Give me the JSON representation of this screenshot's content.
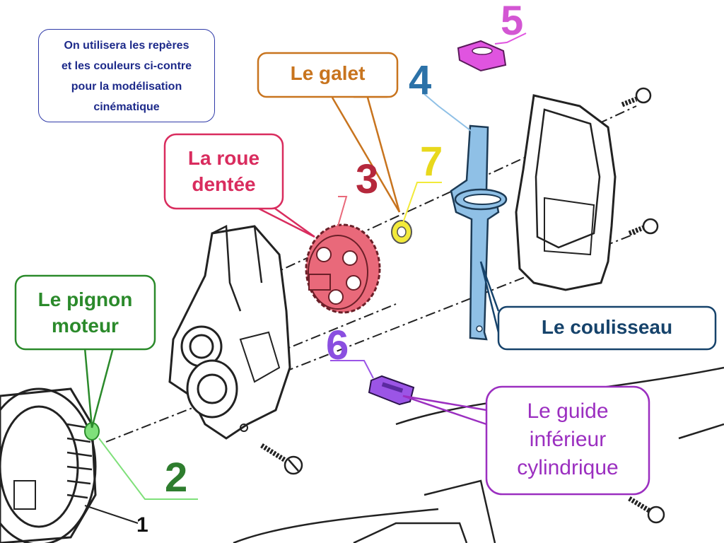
{
  "note": {
    "lines": [
      "On utilisera les repères",
      "et les couleurs ci-contre",
      "pour la modélisation",
      "cinématique"
    ]
  },
  "callouts": {
    "galet": "Le galet",
    "roue": [
      "La roue",
      "dentée"
    ],
    "pignon": [
      "Le pignon",
      "moteur"
    ],
    "coulisseau": "Le coulisseau",
    "guide": [
      "Le guide",
      "inférieur",
      "cylindrique"
    ]
  },
  "numbers": {
    "n1": "1",
    "n2": "2",
    "n3": "3",
    "n4": "4",
    "n5": "5",
    "n6": "6",
    "n7": "7"
  },
  "colors": {
    "galet": "#c8741e",
    "roue": "#d92c5e",
    "pignon": "#2b8a2b",
    "coulisseau": "#16436b",
    "guide": "#9b2fc0",
    "part_pink": "#e9697a",
    "part_blue": "#8fc0e6",
    "part_yellow": "#f2ea3a",
    "part_magenta": "#e054e0",
    "part_violet": "#9b55e6",
    "part_green": "#7fe07a",
    "num_2": "#2e7d2e",
    "num_3": "#b5283c",
    "num_4": "#2c72a8",
    "num_5": "#d356d3",
    "num_6": "#8a4fe0",
    "num_7": "#e8d81c"
  }
}
